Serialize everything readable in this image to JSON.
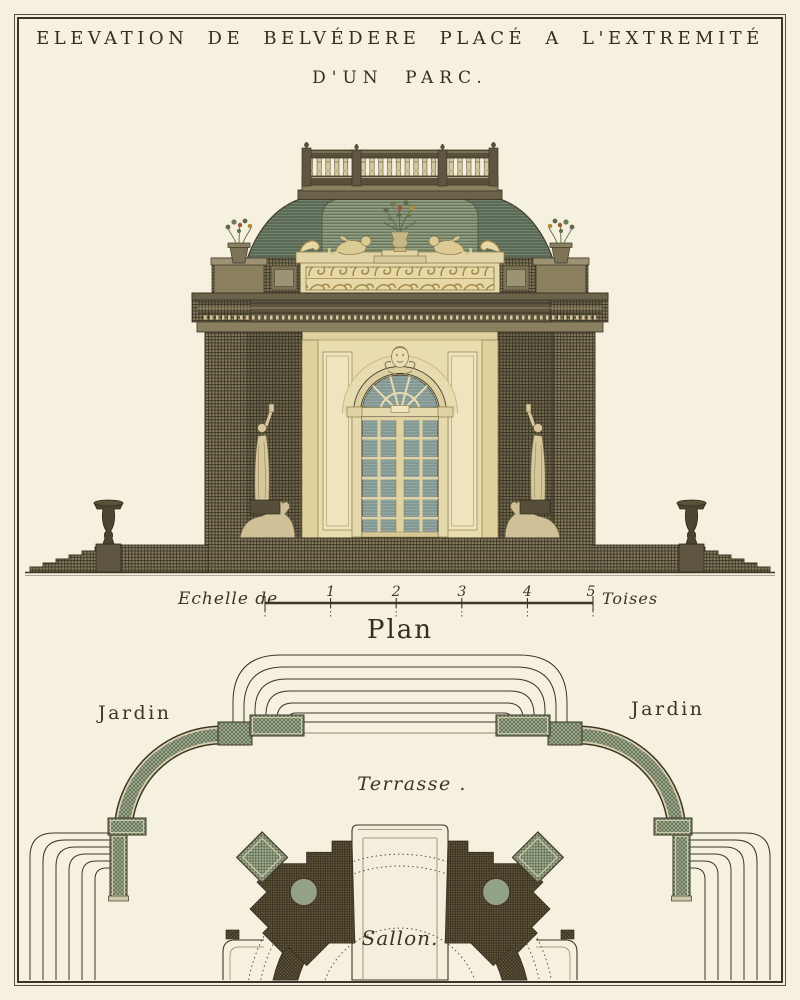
{
  "title": {
    "line1": "ELEVATION DE BELVÉDERE PLACÉ A L'EXTREMITÉ",
    "line2": "D'UN PARC."
  },
  "scale_bar": {
    "prefix": "Echelle de",
    "ticks": [
      "1",
      "2",
      "3",
      "4",
      "5"
    ],
    "unit": "Toises"
  },
  "plan": {
    "heading": "Plan",
    "labels": {
      "garden_left": "Jardin",
      "garden_right": "Jardin",
      "terrace": "Terrasse .",
      "salon": "Sallon."
    }
  },
  "colors": {
    "paper": "#f6f1de",
    "ink": "#3b3527",
    "stone_cream": "#e9dcae",
    "frieze_gold": "#d9c38c",
    "roof_green": "#7d8b78",
    "plan_wall_green": "#9aa68d",
    "plan_poche_brown": "#5c5138",
    "door_glass_blue": "#8fa3a1"
  }
}
